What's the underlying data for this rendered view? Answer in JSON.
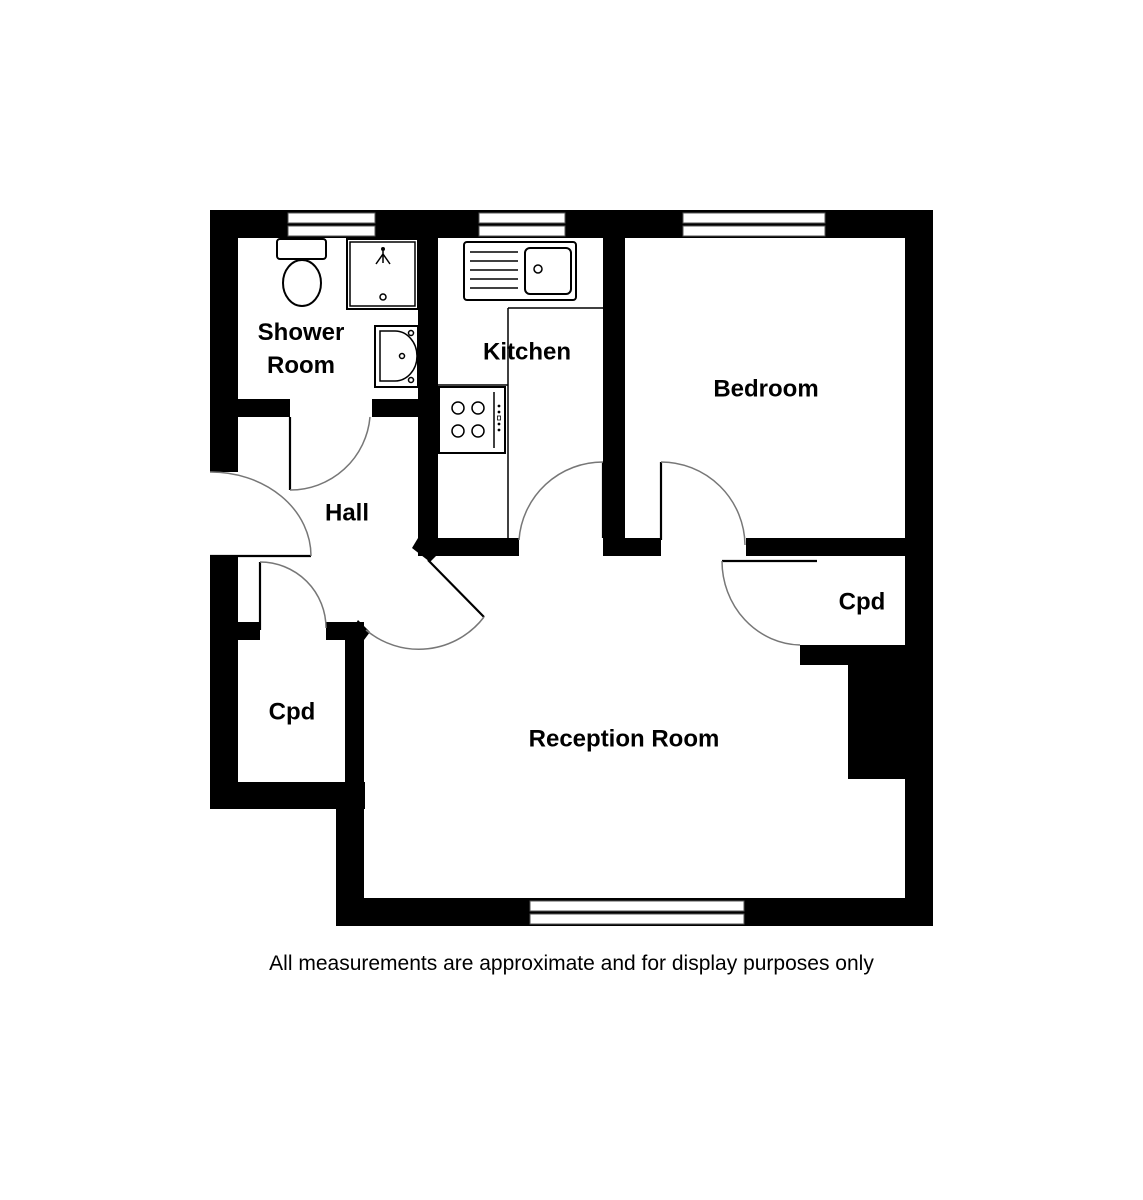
{
  "floorplan": {
    "rooms": [
      {
        "id": "shower-room",
        "label_line1": "Shower",
        "label_line2": "Room"
      },
      {
        "id": "kitchen",
        "label": "Kitchen"
      },
      {
        "id": "bedroom",
        "label": "Bedroom"
      },
      {
        "id": "hall",
        "label": "Hall"
      },
      {
        "id": "cpd-right",
        "label": "Cpd"
      },
      {
        "id": "cpd-left",
        "label": "Cpd"
      },
      {
        "id": "reception-room",
        "label": "Reception Room"
      }
    ],
    "fixtures": [
      "toilet-icon",
      "shower-tray-icon",
      "wash-basin-icon",
      "sink-drainer-icon",
      "hob-icon"
    ],
    "colors": {
      "wall": "#000000",
      "background": "#ffffff",
      "door_arc": "#777777"
    }
  },
  "disclaimer": "All measurements are approximate and for display purposes only"
}
